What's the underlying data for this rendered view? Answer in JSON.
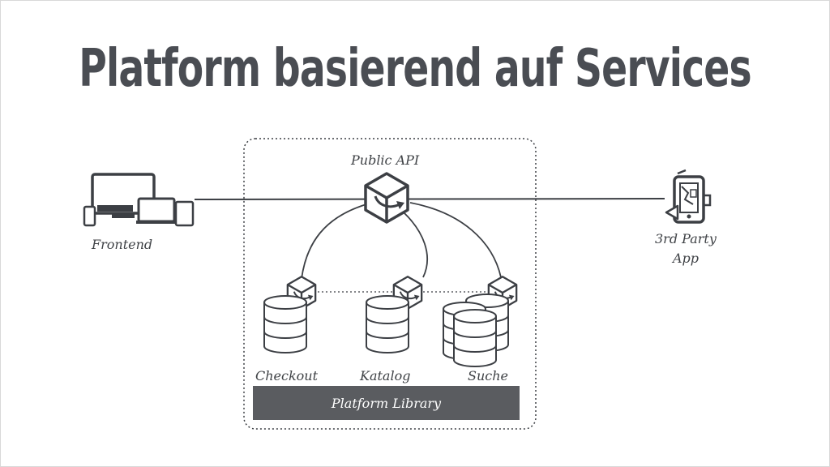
{
  "title": "Platform basierend auf Services",
  "labels": {
    "public_api": "Public API",
    "frontend": "Frontend",
    "third_party_line1": "3rd Party",
    "third_party_line2": "App",
    "checkout": "Checkout",
    "katalog": "Katalog",
    "suche": "Suche",
    "platform_library": "Platform Library"
  },
  "colors": {
    "text": "#4a4d53",
    "lines": "#3c3f44",
    "bar": "#5a5c60"
  },
  "icons": [
    "devices-icon",
    "cube-icon",
    "database-icon",
    "mobile-app-icon"
  ]
}
